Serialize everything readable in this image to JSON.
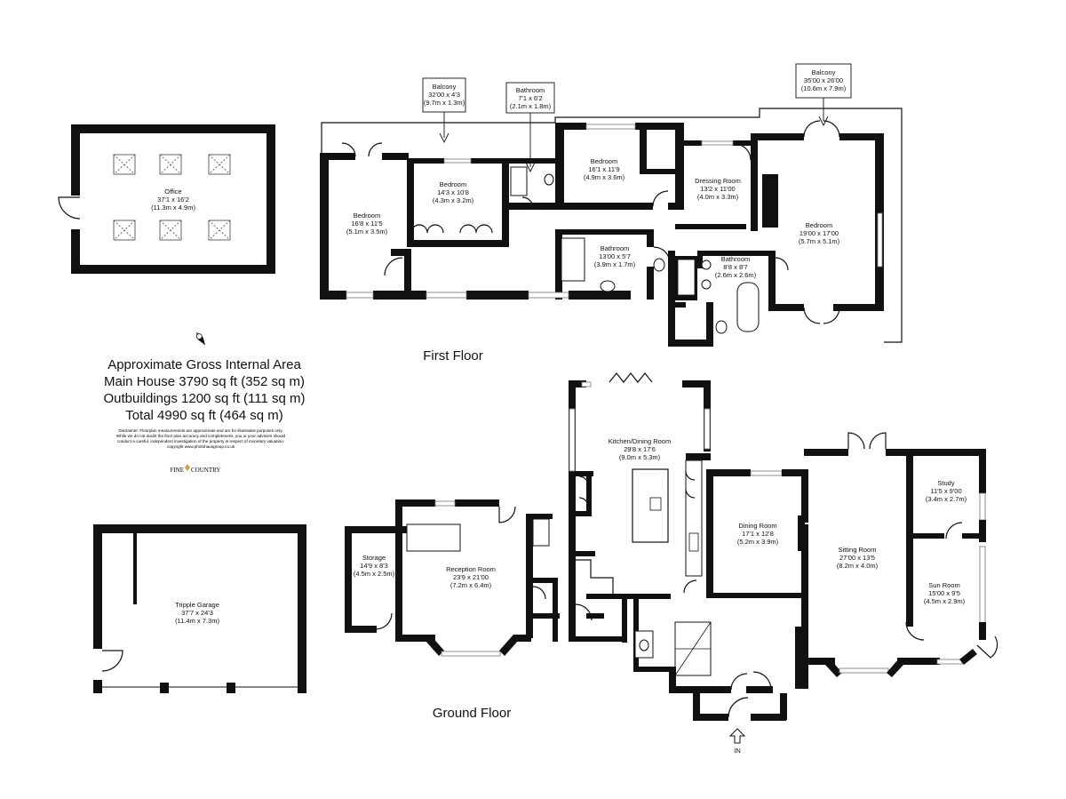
{
  "outbuildings": {
    "office": {
      "name": "Office",
      "dims": "37'1 x 16'2",
      "metric": "(11.3m x 4.9m)"
    },
    "garage": {
      "name": "Tripple Garage",
      "dims": "37'7 x 24'3",
      "metric": "(11.4m x 7.3m)"
    }
  },
  "first_floor": {
    "label": "First Floor",
    "rooms": [
      {
        "name": "Bedroom",
        "dims": "16'8 x 11'5",
        "metric": "(5.1m x 3.5m)"
      },
      {
        "name": "Bedroom",
        "dims": "14'3 x 10'8",
        "metric": "(4.3m x 3.2m)"
      },
      {
        "name": "Bedroom",
        "dims": "16'1 x 11'9",
        "metric": "(4.9m x 3.6m)"
      },
      {
        "name": "Bathroom",
        "dims": "13'00 x 5'7",
        "metric": "(3.9m x 1.7m)"
      },
      {
        "name": "Dressing Room",
        "dims": "13'2 x 11'00",
        "metric": "(4.0m x 3.3m)"
      },
      {
        "name": "Bathroom",
        "dims": "8'8 x 8'7",
        "metric": "(2.6m x 2.6m)"
      },
      {
        "name": "Bedroom",
        "dims": "19'00 x 17'00",
        "metric": "(5.7m x 5.1m)"
      }
    ],
    "callouts": [
      {
        "name": "Balcony",
        "dims": "32'00 x 4'3",
        "metric": "(9.7m x 1.3m)"
      },
      {
        "name": "Bathroom",
        "dims": "7'1 x 6'2",
        "metric": "(2.1m x 1.8m)"
      },
      {
        "name": "Balcony",
        "dims": "35'00 x 26'00",
        "metric": "(10.6m x 7.9m)"
      }
    ]
  },
  "ground_floor": {
    "label": "Ground Floor",
    "entrance": "IN",
    "rooms": [
      {
        "name": "Storage",
        "dims": "14'9 x 8'3",
        "metric": "(4.5m x 2.5m)"
      },
      {
        "name": "Reception Room",
        "dims": "23'9 x 21'00",
        "metric": "(7.2m x 6.4m)"
      },
      {
        "name": "Kitchen/Dining Room",
        "dims": "29'8 x 17'6",
        "metric": "(9.0m x 5.3m)"
      },
      {
        "name": "Dining Room",
        "dims": "17'1 x 12'8",
        "metric": "(5.2m x 3.9m)"
      },
      {
        "name": "Sitting Room",
        "dims": "27'00 x 13'5",
        "metric": "(8.2m x 4.0m)"
      },
      {
        "name": "Study",
        "dims": "11'5 x 9'00",
        "metric": "(3.4m x 2.7m)"
      },
      {
        "name": "Sun Room",
        "dims": "15'00 x 9'5",
        "metric": "(4.5m x 2.9m)"
      }
    ]
  },
  "area_summary": {
    "heading": "Approximate Gross Internal Area",
    "main_house": "Main House 3790 sq ft (352 sq m)",
    "outbuildings": "Outbuildings 1200 sq ft (111 sq m)",
    "total": "Total 4990 sq ft (464 sq m)",
    "disclaimer": [
      "Disclaimer: Floorplan measurements are approximate and are for illustrative purposes only.",
      "While we do not doubt the floor plan accuracy and completeness, you or your advisors should",
      "conduct a careful, independent investigation of the property in respect of monetary valuation.",
      "copyright www.photohausgroup.co.uk"
    ],
    "brand_left": "FINE",
    "brand_right": "COUNTRY"
  }
}
